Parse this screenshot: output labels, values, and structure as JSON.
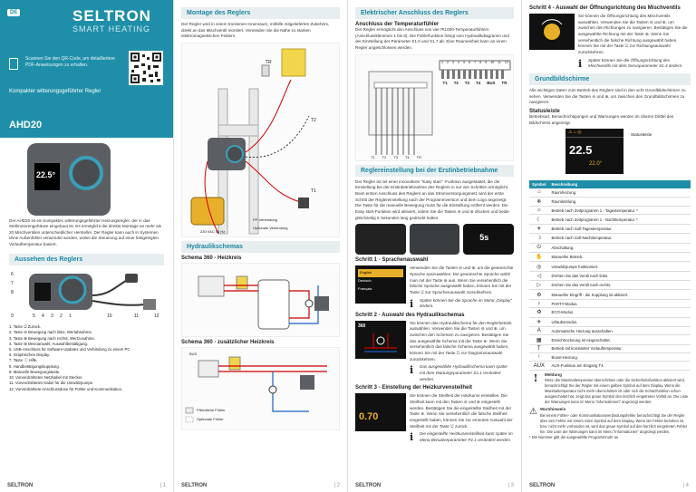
{
  "page1": {
    "lang_badge": "DE",
    "brand": "SELTRON",
    "brand_sub": "SMART HEATING",
    "qr_text": "Scannen Sie den QR-Code, um detailliertere PDF-Anweisungen zu erhalten.",
    "subtitle": "Kompakter witterungsgeführter Regler",
    "model": "AHD20",
    "device_temp": "22.5°",
    "intro": "Der AHD20 ist ein kompakter, witterungsgeführter Heizungsregler, der in das Stellmotorengehäuse eingebaut ist. Es ermöglicht die direkte Montage an mehr als 20 Mischventilen unterschiedlicher Hersteller. Der Regler kann auch in Systemen ohne Außenfühler verwendet werden, wobei die Steuerung auf einer festgelegten Vorlauftemperatur basiert.",
    "section": "Aussehen des Reglers",
    "callouts": [
      "6",
      "7",
      "8",
      "9",
      "5",
      "4",
      "3",
      "2",
      "1",
      "10",
      "11",
      "12"
    ],
    "legend": [
      "1. Taste ⎋ Zurück.",
      "2. Taste ⊖ Bewegung nach links, Wertabnahme.",
      "3. Taste ⊕ Bewegung nach rechts, Wertzunahme.",
      "4. Taste ⊛ Menüanwahl, Auswahlbestätigung.",
      "5. USB-Anschluss für Software-Updates und Verbindung zu einem PC.",
      "6. Graphisches Display.",
      "7. Taste ⓘ Hilfe.",
      "8. Handbetätigungskupplung.",
      "9. Manuelle Bewegungstaste.",
      "10. Vorverdrahtetes Netzkabel mit Stecker.",
      "11. Vorverdrahtetes Kabel für die Umwälzpumpe.",
      "12. Vorverdrahtete Anschlussdose für Fühler und Kommunikation."
    ],
    "footer_brand": "SELTRON",
    "page_no": "| 1"
  },
  "page2": {
    "section1": "Montage des Reglers",
    "text1": "Der Regler wird in einem trockenen Innenraum, mithilfe mitgelieferten Zubehörs, direkt an das Mischventil montiert. Vermeiden Sie die Nähe zu starken elektromagnetischen Feldern.",
    "fig_labels": {
      "tr": "TR",
      "t2": "T2",
      "t1": "T1",
      "power": "230 VAC 50 Hz",
      "leg1": "PP-Verbindung",
      "leg2": "Optionale Verbindung"
    },
    "section2": "Hydraulikschemas",
    "schema1": "Schema 360 - Heizkreis",
    "schema2": "Schema 360 - zusätzlicher Heizkreis",
    "schema2_bus": "BUS",
    "legend2": [
      "Pflichtliche Fühler",
      "Optionale Fühler"
    ],
    "footer_brand": "SELTRON",
    "page_no": "| 2"
  },
  "page3": {
    "section1": "Elektrischer Anschluss des Reglers",
    "sub1": "Anschluss der Temperaturfühler",
    "text1": "Der Regler ermöglicht den Anschluss von vier Pt1000-Temperaturfühlern (Anschlussklemmen 1 bis 8). Die Fühlerfunktion hängt vom Hydraulikdiagramm und der Einstellung der Parameter S1.6 und S1.7 ab. Eine Raumeinheit kann an einen Regler angeschlossen werden.",
    "terminals": [
      "T1",
      "T2",
      "T3",
      "T4",
      "BUS",
      "TR"
    ],
    "terminal_nums": [
      "1",
      "2",
      "3",
      "4",
      "5",
      "6",
      "7",
      "8",
      "9",
      "10",
      "11",
      "12"
    ],
    "wire_labels": [
      "T1",
      "T2",
      "T3",
      "T4",
      "TR"
    ],
    "section2": "Reglereinstellung bei der Erstinbetriebnahme",
    "text2": "Der Regler ist mit einer innovativen \"Easy start\" -Funktion ausgestattet, die die Einstellung bei der Erstinbetriebnahme des Reglers in nur vier Schritten ermöglicht. Beim ersten Anschluss des Reglers an das Stromversorgungsnetz wird der erste Schritt der Reglereinstellung nach der Programmversion und dem Logo angezeigt. Die Taste für die manuelle Bewegung muss für die Einstellung entfernt werden. Die Easy start-Funktion wird aktiviert, indem Sie die Tasten ⊖ und ⊛ drücken und beide gleichzeitig 5 Sekunden lang gedrückt halten.",
    "easy_5s": "5s",
    "step1_title": "Schritt 1 - Sprachenauswahl",
    "step1_text": "Verwenden Sie die Tasten ⊖ und ⊕, um die gewünschte Sprache auszuwählen. Die gewünschte Sprache wählt man mit der Taste ⊛ aus. Wenn Sie versehentlich die falsche Sprache ausgewählt haben, können Sie mit der Taste ⎋ zur Sprachenauswahl zurückkehren.",
    "step1_langs": [
      "English",
      "Deutsch",
      "Français"
    ],
    "step1_note": "Später können Sie die Sprache im Menü „Display\" ändern.",
    "step2_title": "Schritt 2 - Auswahl des Hydraulikschemas",
    "step2_text": "Sie können das Hydraulikschema für den Reglerbetrieb auswählen. Verwenden Sie die Tasten ⊖ und ⊕, um zwischen den Schemen zu navigieren. Bestätigen Sie das ausgewählte Schema mit der Taste ⊛. Wenn Sie versehentlich das falsche Schema ausgewählt haben, können Sie mit der Taste ⎋ zur Diagrammauswahl zurückkehren.",
    "step2_screen_no": "360",
    "step2_note": "Das ausgewählte Hydraulikschema kann später mit dem Wartungsparameter S1.1 verändert werden.",
    "step3_title": "Schritt 3 - Einstellung der Heizkurvensteilheit",
    "step3_text": "Sie können die Steilheit der Heizkurve einstellen. Die Steilheit kann mit den Tasten ⊖ und ⊕ eingestellt werden. Bestätigen Sie die eingestellte Steilheit mit der Taste ⊛. Wenn Sie versehentlich die falsche Steilheit eingestellt haben, können Sie zur erneuten Auswahl der Steilheit mit der Taste ⎋ zurück.",
    "step3_value": "0.70",
    "step3_note": "Die eingestellte Heizkurvensteilheit kann später im Menü Benutzerparameter P2.1 verändert werden.",
    "footer_brand": "SELTRON",
    "page_no": "| 3"
  },
  "page4": {
    "step4_title": "Schritt 4 - Auswahl der Öffnungsrichtung des Mischventils",
    "step4_text": "Sie können die Öffnungsrichtung des Mischventils auswählen. Verwenden Sie die Tasten ⊖ und ⊕, um zwischen den Richtungen zu navigieren. Bestätigen Sie die ausgewählte Richtung mit der Taste ⊛. Wenn Sie versehentlich die falsche Richtung ausgewählt haben, können Sie mit der Taste ⎋ zur Richtungsauswahl zurückkehren.",
    "step4_note": "Später können Sie die Öffnungsrichtung des Mischventils mit dem Servoparameter S1.4 ändern.",
    "section1": "Grundbildschirme",
    "text1": "Alle wichtigen Daten zum Betrieb des Reglers sind in den acht Grundbildschirmen zu sehen. Verwenden Sie die Tasten ⊖ und ⊕, um zwischen den Grundbildschirmen zu navigieren.",
    "status_h": "Statusleiste",
    "status_text": "Betriebsart, Benachrichtigungen und Warnungen werden im oberen Drittel des Bildschirms angezeigt.",
    "status_label": "Statusleiste",
    "screen_temp": "22.5",
    "screen_temp2": "22.0°",
    "table_head": [
      "Symbol",
      "Beschreibung"
    ],
    "symbols": [
      {
        "icon": "⌂",
        "desc": "Raumheizung."
      },
      {
        "icon": "❄",
        "desc": "Raumkühlung."
      },
      {
        "icon": "☼",
        "desc": "Betrieb nach Zeitprogramm 1 - Tagestemperatur. *"
      },
      {
        "icon": "☾",
        "desc": "Betrieb nach Zeitprogramm 1 - Nachttemperatur. *"
      },
      {
        "icon": "☀",
        "desc": "Betrieb nach Soll-Tagestemperatur."
      },
      {
        "icon": "☽",
        "desc": "Betrieb nach Soll-Nachttemperatur."
      },
      {
        "icon": "⏻",
        "desc": "Abschaltung."
      },
      {
        "icon": "✋",
        "desc": "Manueller Betrieb."
      },
      {
        "icon": "◎",
        "desc": "Umwälzpumpe funktioniert."
      },
      {
        "icon": "◁",
        "desc": "Drehen Sie das Ventil nach links."
      },
      {
        "icon": "▷",
        "desc": "Drehen Sie das Ventil nach rechts."
      },
      {
        "icon": "⚙",
        "desc": "Manueller Eingriff - die Kupplung ist aktiviert."
      },
      {
        "icon": "♪",
        "desc": "PARTY-Modus."
      },
      {
        "icon": "♻",
        "desc": "ECO-Modus."
      },
      {
        "icon": "✈",
        "desc": "Urlaubsmodus."
      },
      {
        "icon": "A",
        "desc": "Automatische Heizung ausschalten."
      },
      {
        "icon": "▦",
        "desc": "Estrichtrocknung ist eingeschaltet."
      },
      {
        "icon": "T",
        "desc": "Betrieb mit konstanter Vorlauftemperatur."
      },
      {
        "icon": "↑",
        "desc": "Boost-Heizung."
      },
      {
        "icon": "AUX",
        "desc": "AUX-Funktion am Eingang T4."
      }
    ],
    "notice_title": "Meldung",
    "notice_text": "Wenn die Maximaltemperatur überschritten oder die Sicherheitsfunktion aktiviert wird, benachrichtigt Sie der Regler mit einem gelben Symbol auf dem Display. Wenn die Maximaltemperatur nicht mehr überschritten ist oder sich die Schutzfunktion schon ausgeschaltet hat, zeigt das graue Symbol den kürzlich eingetreten Vorfall an. Die Liste der Warnungen kann im Menü \"Informationen\" angezeigt werden.",
    "warn_title": "Warnhinweis",
    "warn_text": "Bei einem Fühler- oder Kommunikationsverbindungsfehler benachrichtigt Sie der Regler über den Fehler mit einem roten Symbol auf dem Display. Wenn der Fehler behoben ist bzw. nicht mehr vorhanden ist, wird das graue Symbol auf den kürzlich eingetreten Fehler hin. Die Liste der Warnungen kann im Menü \"Informationen\" angezeigt werden.",
    "footnote": "* Die Nummer gibt die ausgewählte Programmnuhr an",
    "footer_brand": "SELTRON",
    "page_no": "| 4"
  },
  "colors": {
    "accent": "#1f8fa9",
    "section_bg": "#e7eef0"
  }
}
